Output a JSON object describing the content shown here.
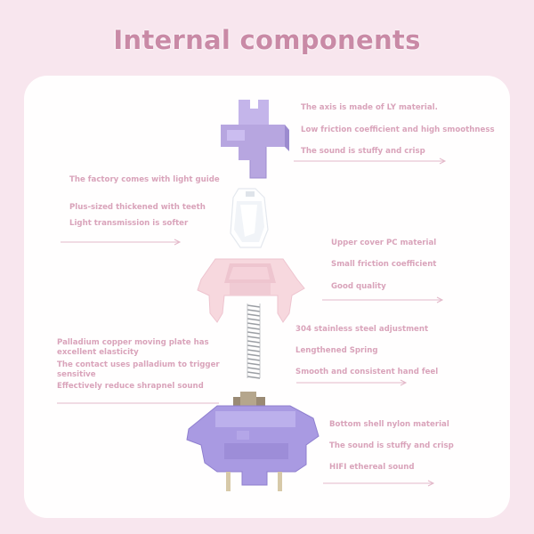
{
  "title": "Internal components",
  "notes": {
    "stem": [
      "The axis is made of LY material.",
      "Low friction coefficient and high smoothness",
      "The sound is stuffy and crisp"
    ],
    "light_guide": [
      "The factory comes with light guide",
      "Plus-sized thickened with teeth",
      "Light transmission is softer"
    ],
    "top_cover": [
      "Upper cover PC material",
      "Small friction coefficient",
      "Good quality"
    ],
    "spring": [
      "304 stainless steel adjustment",
      "Lengthened Spring",
      "Smooth and consistent hand feel"
    ],
    "contacts": [
      "Palladium copper moving plate has excellent elasticity",
      "The contact uses palladium to trigger sensitive",
      "Effectively reduce shrapnel sound"
    ],
    "bottom_housing": [
      "Bottom shell nylon material",
      "The sound is stuffy and crisp",
      "HIFI ethereal sound"
    ]
  },
  "colors": {
    "stem": "#b7a6e0",
    "light_guide": "#ffffff",
    "top_cover": "#f7d8de",
    "bottom_housing": "#a99ae2",
    "text": "#d9a3ba",
    "title": "#c98aa6"
  }
}
